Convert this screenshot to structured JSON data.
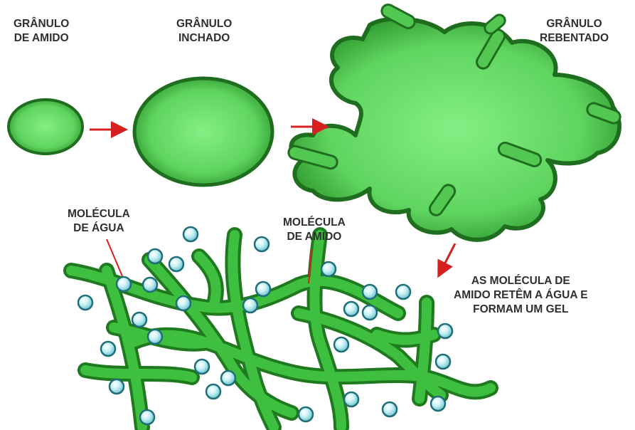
{
  "labels": {
    "granule": [
      "GRÂNULO",
      "DE AMIDO"
    ],
    "swollen": [
      "GRÂNULO",
      "INCHADO"
    ],
    "burst": [
      "GRÂNULO",
      "REBENTADO"
    ],
    "water": [
      "MOLÉCULA",
      "DE ÁGUA"
    ],
    "starch": [
      "MOLÉCULA",
      "DE AMIDO"
    ],
    "gel": [
      "AS MOLÉCULA DE",
      "AMIDO RETÊM A ÁGUA E",
      "FORMAM UM GEL"
    ]
  },
  "colors": {
    "granule_fill": "#6fe06f",
    "granule_edge": "#1f6e1f",
    "molecule": "#3fbf3f",
    "arrow": "#d62020",
    "water": "#bfeff4",
    "water_edge": "#1f6e7a"
  }
}
